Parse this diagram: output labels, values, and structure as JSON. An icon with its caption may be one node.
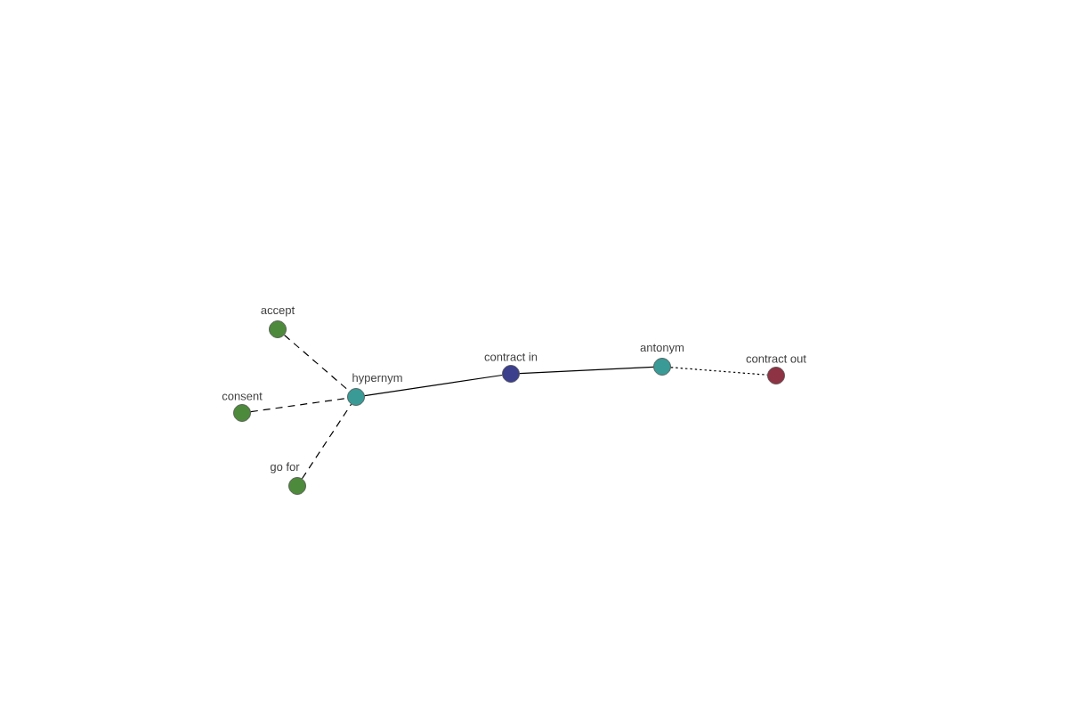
{
  "diagram": {
    "nodes": [
      {
        "text": [
          "accept"
        ]
      },
      {
        "text": [
          "consent"
        ]
      },
      {
        "text": [
          "go for"
        ]
      },
      {
        "text": [
          "hypernym"
        ]
      },
      {
        "text": [
          "contract in"
        ]
      },
      {
        "text": [
          "antonym"
        ]
      },
      {
        "text": [
          "contract out"
        ]
      }
    ],
    "edges": [
      {
        "from": 0,
        "to": 3,
        "arrow": "none",
        "style": "dashed"
      },
      {
        "from": 1,
        "to": 3,
        "arrow": "none",
        "style": "dashed"
      },
      {
        "from": 2,
        "to": 3,
        "arrow": "none",
        "style": "dashed"
      },
      {
        "from": 3,
        "to": 4,
        "arrow": "none"
      },
      {
        "from": 4,
        "to": 5,
        "arrow": "none"
      },
      {
        "from": 5,
        "to": 6,
        "arrow": "none",
        "style": "dashed"
      }
    ]
  }
}
